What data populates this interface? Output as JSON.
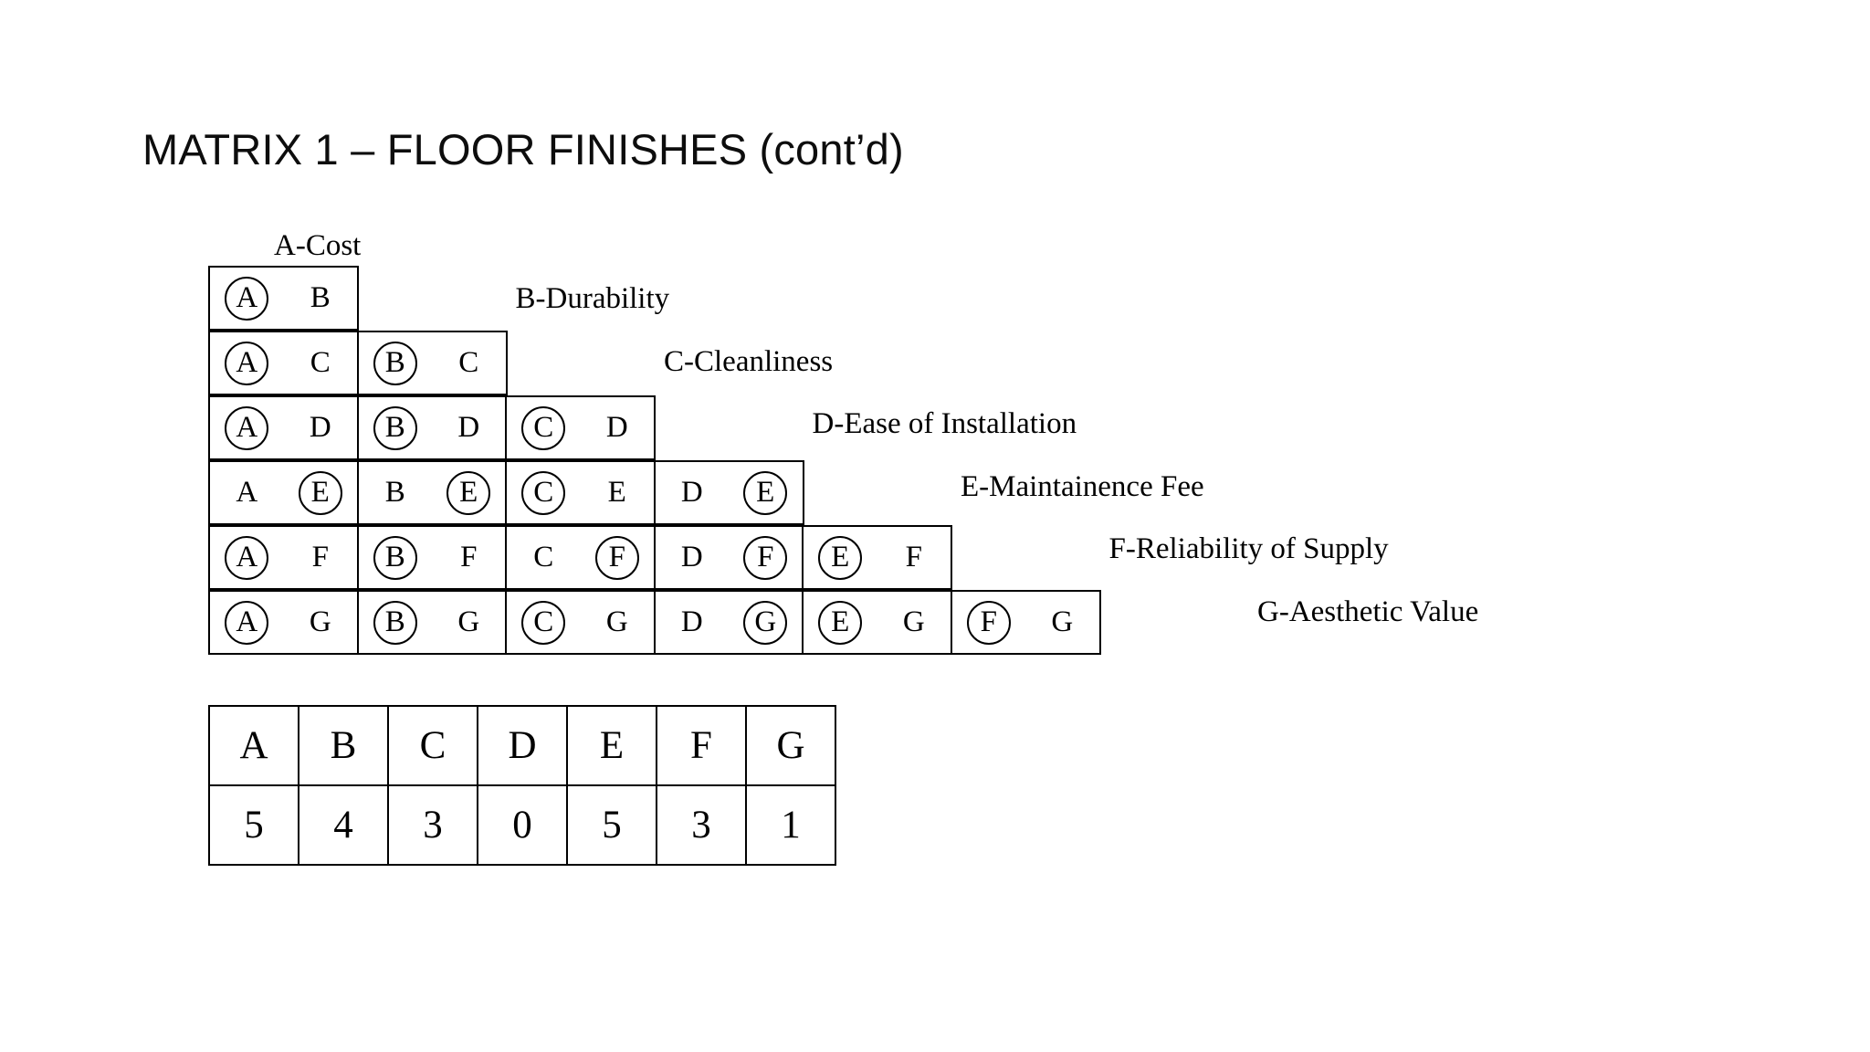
{
  "slide": {
    "title": "MATRIX 1 – FLOOR FINISHES (cont’d)"
  },
  "legend": [
    {
      "key": "A",
      "label": "A-Cost"
    },
    {
      "key": "B",
      "label": "B-Durability"
    },
    {
      "key": "C",
      "label": "C-Cleanliness"
    },
    {
      "key": "D",
      "label": "D-Ease of Installation"
    },
    {
      "key": "E",
      "label": "E-Maintainence Fee"
    },
    {
      "key": "F",
      "label": "F-Reliability of Supply"
    },
    {
      "key": "G",
      "label": "G-Aesthetic Value"
    }
  ],
  "matrix": {
    "rows": [
      {
        "row_key": "B",
        "cells": [
          {
            "left": "A",
            "right": "B",
            "winner": "A"
          }
        ]
      },
      {
        "row_key": "C",
        "cells": [
          {
            "left": "A",
            "right": "C",
            "winner": "A"
          },
          {
            "left": "B",
            "right": "C",
            "winner": "B"
          }
        ]
      },
      {
        "row_key": "D",
        "cells": [
          {
            "left": "A",
            "right": "D",
            "winner": "A"
          },
          {
            "left": "B",
            "right": "D",
            "winner": "B"
          },
          {
            "left": "C",
            "right": "D",
            "winner": "C"
          }
        ]
      },
      {
        "row_key": "E",
        "cells": [
          {
            "left": "A",
            "right": "E",
            "winner": "E"
          },
          {
            "left": "B",
            "right": "E",
            "winner": "E"
          },
          {
            "left": "C",
            "right": "E",
            "winner": "C"
          },
          {
            "left": "D",
            "right": "E",
            "winner": "E"
          }
        ]
      },
      {
        "row_key": "F",
        "cells": [
          {
            "left": "A",
            "right": "F",
            "winner": "A"
          },
          {
            "left": "B",
            "right": "F",
            "winner": "B"
          },
          {
            "left": "C",
            "right": "F",
            "winner": "F"
          },
          {
            "left": "D",
            "right": "F",
            "winner": "F"
          },
          {
            "left": "E",
            "right": "F",
            "winner": "E"
          }
        ]
      },
      {
        "row_key": "G",
        "cells": [
          {
            "left": "A",
            "right": "G",
            "winner": "A"
          },
          {
            "left": "B",
            "right": "G",
            "winner": "B"
          },
          {
            "left": "C",
            "right": "G",
            "winner": "C"
          },
          {
            "left": "D",
            "right": "G",
            "winner": "G"
          },
          {
            "left": "E",
            "right": "G",
            "winner": "E"
          },
          {
            "left": "F",
            "right": "G",
            "winner": "F"
          }
        ]
      }
    ]
  },
  "score_table": {
    "headers": [
      "A",
      "B",
      "C",
      "D",
      "E",
      "F",
      "G"
    ],
    "scores": [
      "5",
      "4",
      "3",
      "0",
      "5",
      "3",
      "1"
    ]
  },
  "colors": {
    "ink": "#000000",
    "title_ink": "#0d0d0d",
    "background": "#ffffff"
  }
}
